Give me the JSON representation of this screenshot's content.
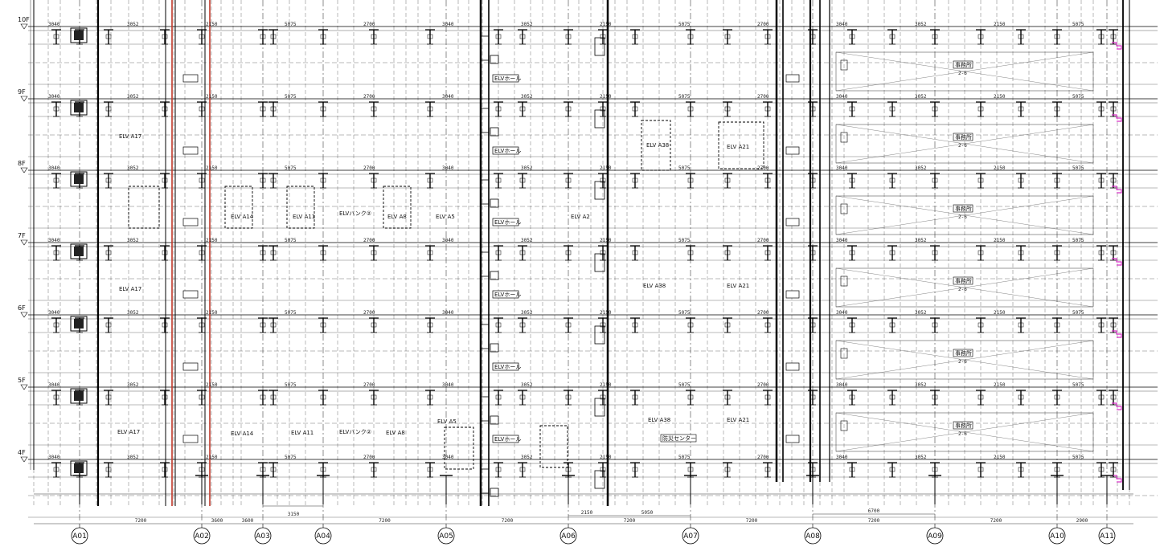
{
  "colors": {
    "line": "#000000",
    "thin_line": "#333333",
    "grid": "#444444",
    "red_pipe": "#c0392b",
    "magenta": "#d633c8",
    "background": "#ffffff"
  },
  "floors": [
    {
      "label": "10F"
    },
    {
      "label": "9F"
    },
    {
      "label": "8F"
    },
    {
      "label": "7F"
    },
    {
      "label": "6F"
    },
    {
      "label": "5F"
    },
    {
      "label": "4F"
    }
  ],
  "axes": [
    {
      "label": "A01"
    },
    {
      "label": "A02"
    },
    {
      "label": "A03"
    },
    {
      "label": "A04"
    },
    {
      "label": "A05"
    },
    {
      "label": "A06"
    },
    {
      "label": "A07"
    },
    {
      "label": "A08"
    },
    {
      "label": "A09"
    },
    {
      "label": "A10"
    },
    {
      "label": "A11"
    }
  ],
  "bottom_dims": [
    "7200",
    "3600",
    "3600",
    "7200",
    "7200",
    "7200",
    "7200",
    "7200",
    "7200",
    "2900"
  ],
  "sub_dims": {
    "a03_a04": "3150",
    "a06_a07_left": "2150",
    "a06_a07_right": "5050",
    "a08_a09": "6700"
  },
  "top_dims": [
    "3040",
    "3052",
    "2150",
    "5075",
    "2700"
  ],
  "labels": {
    "elv_bank": "ELVバンク②",
    "elv_a17": "ELV A17",
    "elv_a14": "ELV A14",
    "elv_a11": "ELV A11",
    "elv_a8": "ELV A8",
    "elv_a5": "ELV A5",
    "elv_a2": "ELV A2",
    "elv_a38": "ELV A38",
    "elv_a21": "ELV A21",
    "office": "事務所",
    "elv_hall": "ELVホール",
    "fire_room": "防災センター",
    "office_sub": "2-6"
  }
}
